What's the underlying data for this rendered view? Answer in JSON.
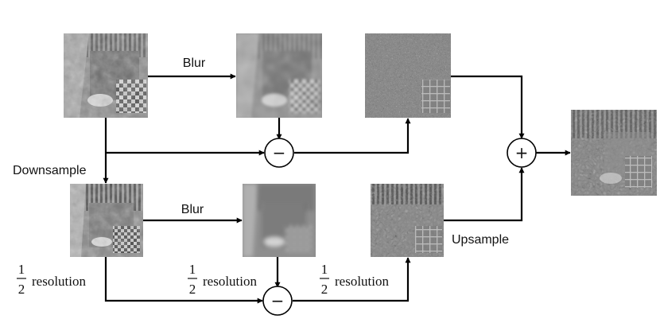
{
  "labels": {
    "blur_top": "Blur",
    "blur_bottom": "Blur",
    "downsample": "Downsample",
    "upsample": "Upsample",
    "resolution": "resolution",
    "half_numerator": "1",
    "half_denominator": "2"
  },
  "operators": {
    "subtract": "−",
    "add": "+"
  },
  "images": {
    "input": "input-image",
    "blurred": "blurred-image",
    "detail": "detail-image",
    "downsampled": "downsampled-image",
    "downsampled_blurred": "downsampled-blurred-image",
    "downsampled_detail": "downsampled-detail-image",
    "output": "output-image"
  },
  "colors": {
    "line": "#000000",
    "image_gray": "#8a8a8a"
  }
}
